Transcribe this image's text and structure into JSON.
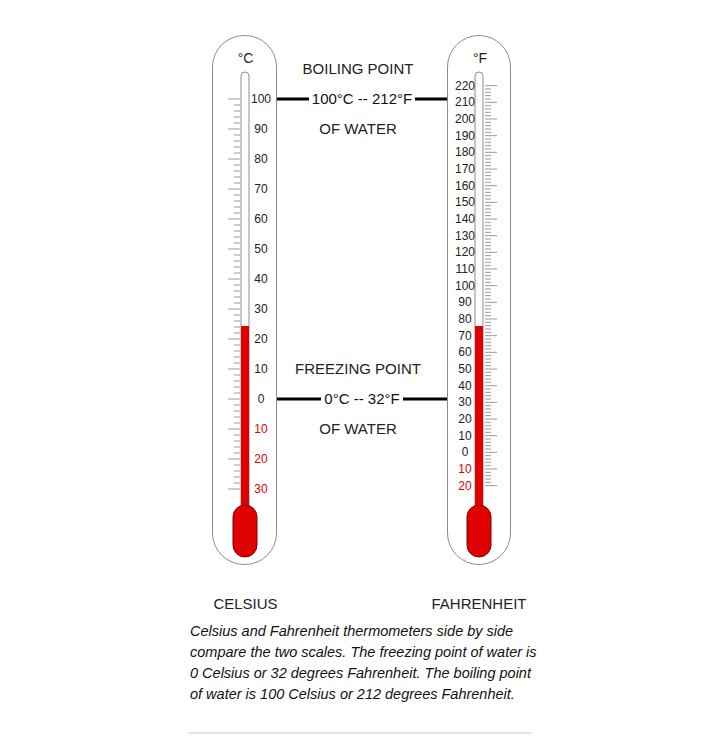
{
  "diagram": {
    "caption": "Celsius and Fahrenheit thermometers side by side compare the two scales. The freezing point of water is 0 Celsius or 32 degrees Fahrenheit. The boiling point of water is 100 Celsius or 212 degrees Fahrenheit.",
    "nodes": [
      {
        "text": [
          "°C",
          "100",
          "90",
          "80",
          "70",
          "60",
          "50",
          "40",
          "30",
          "20",
          "10",
          "0",
          "10",
          "20",
          "30",
          "CELSIUS"
        ]
      },
      {
        "text": [
          "°F",
          "220",
          "210",
          "200",
          "190",
          "180",
          "170",
          "160",
          "150",
          "140",
          "130",
          "120",
          "110",
          "100",
          "90",
          "80",
          "70",
          "60",
          "50",
          "40",
          "30",
          "20",
          "10",
          "0",
          "10",
          "20",
          "FAHRENHEIT"
        ]
      }
    ],
    "edges": [
      {
        "from": 0,
        "to": 1,
        "arrow": "none",
        "label": "100°C -- 212°F"
      },
      {
        "from": 0,
        "to": 1,
        "arrow": "none",
        "label": "0°C -- 32°F"
      }
    ],
    "labels": [
      "BOILING POINT",
      "OF WATER",
      "FREEZING POINT",
      "OF WATER"
    ]
  }
}
